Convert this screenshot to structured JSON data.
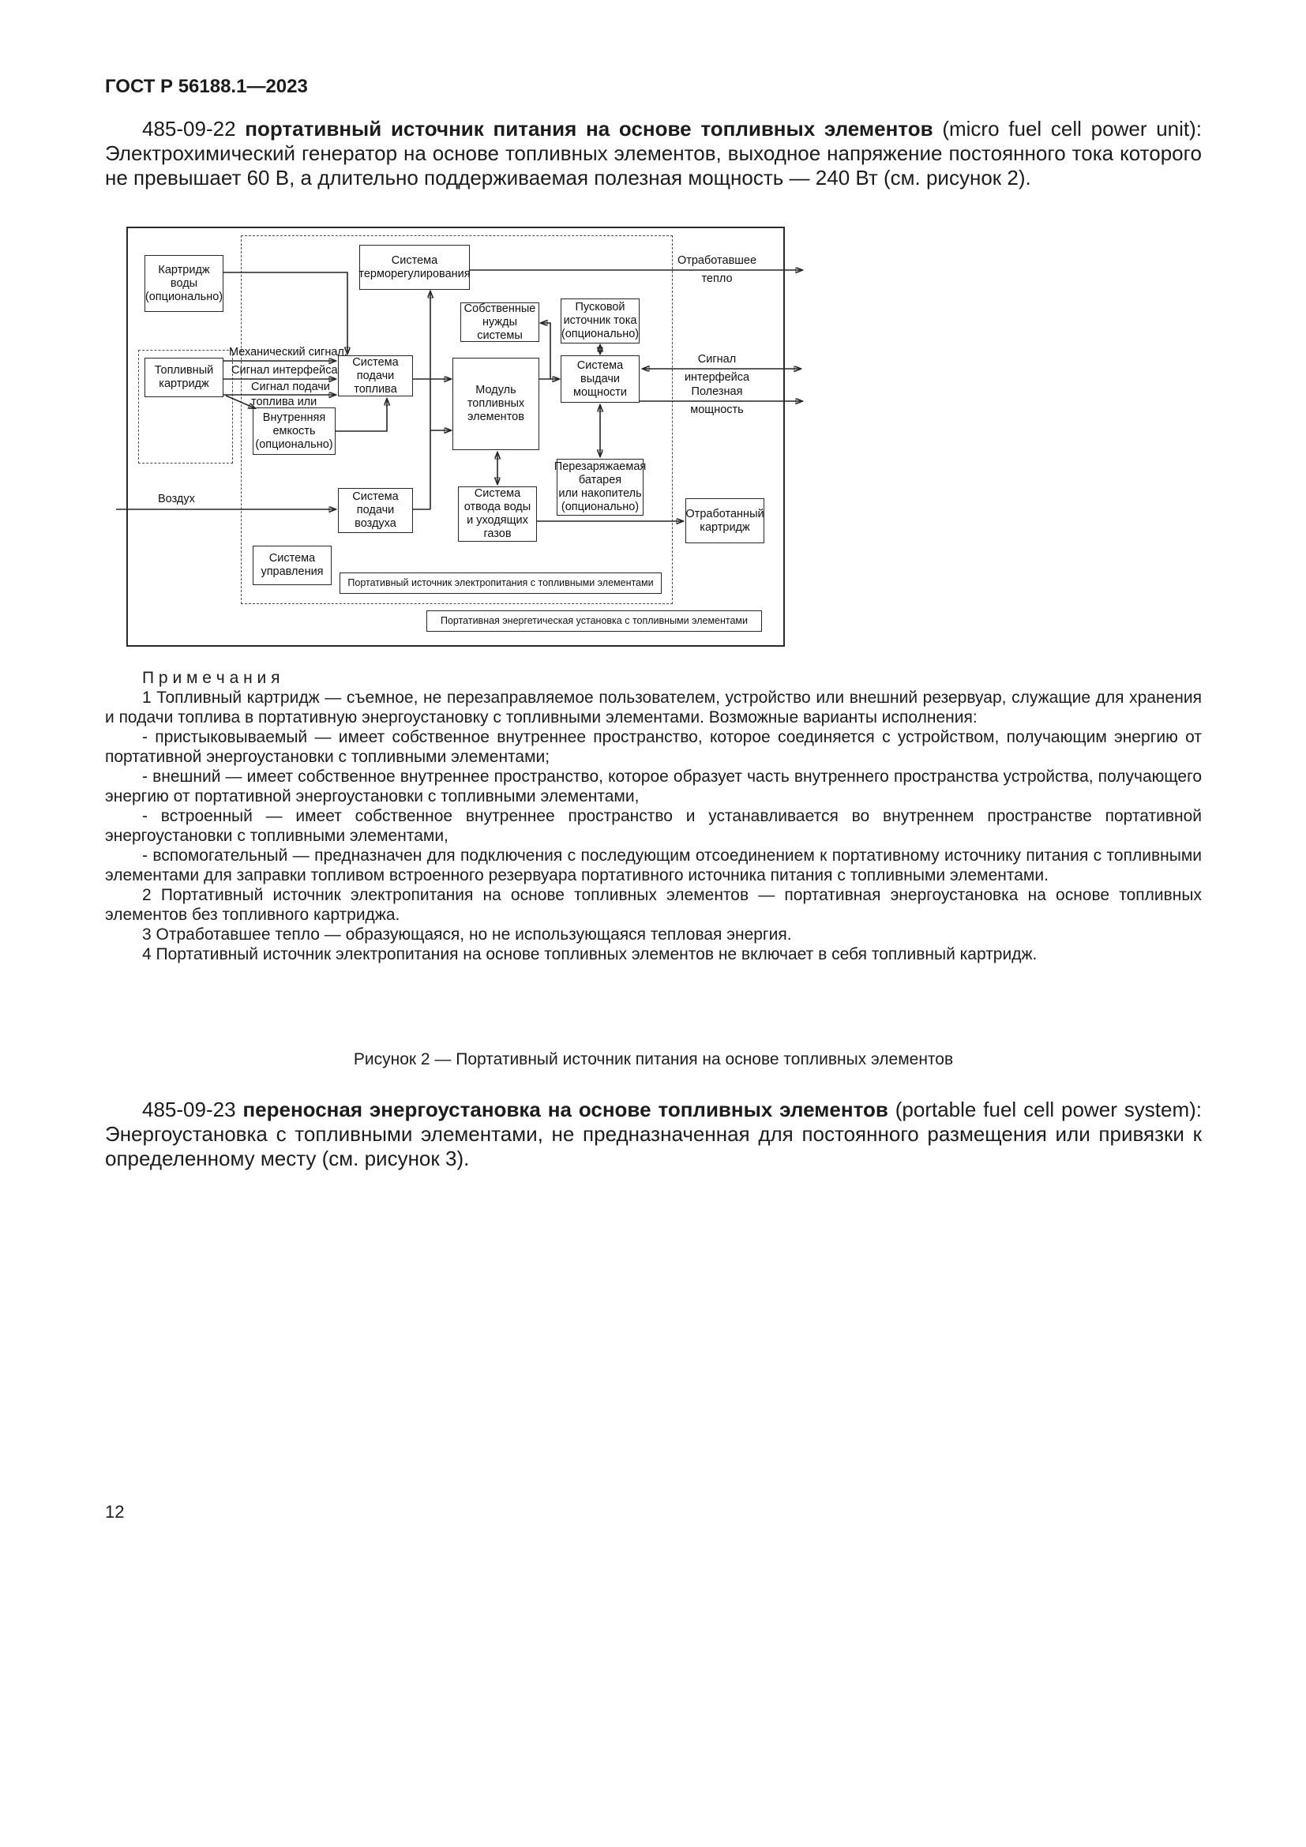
{
  "header": "ГОСТ Р 56188.1—2023",
  "page_number": "12",
  "term1": {
    "number": "485-09-22",
    "term": "портативный источник питания на основе топливных элементов",
    "rest": "(micro fuel cell power unit): Электрохимический генератор на основе топливных элементов, выходное напряжение постоянного тока которого не превышает 60 В, а длительно поддерживаемая полезная мощность — 240 Вт (см. рисунок 2)."
  },
  "term2": {
    "number": "485-09-23",
    "term": "переносная энергоустановка на основе топливных элементов",
    "rest": "(portable fuel cell power system): Энергоустановка с топливными элементами, не предназначенная для постоянного размещения или привязки к определенному месту (см. рисунок 3)."
  },
  "caption": "Рисунок 2 — Портативный источник питания на основе топливных элементов",
  "notes": {
    "heading": "П р и м е ч а н и я",
    "items": [
      "1 Топливный картридж — съемное, не перезаправляемое пользователем, устройство или внешний резервуар, служащие для хранения и подачи топлива в портативную энергоустановку с топливными элементами. Возможные варианты исполнения:",
      "- пристыковываемый — имеет собственное внутреннее пространство, которое соединяется с устройством, получающим энергию от портативной энергоустановки с топливными элементами;",
      "- внешний — имеет собственное внутреннее пространство, которое образует часть внутреннего пространства устройства, получающего энергию от портативной энергоустановки с топливными элементами,",
      "- встроенный — имеет собственное внутреннее пространство и устанавливается во внутреннем пространстве портативной энергоустановки с топливными элементами,",
      "- вспомогательный — предназначен для подключения с последующим отсоединением к портативному источнику питания с топливными элементами для заправки топливом встроенного резервуара портативного источника питания с топливными элементами.",
      "2 Портативный источник электропитания на основе топливных элементов — портативная энергоустановка на основе топливных элементов без топливного картриджа.",
      "3 Отработавшее тепло — образующаяся, но не использующаяся тепловая энергия.",
      "4 Портативный источник электропитания на основе топливных элементов не включает в себя топливный картридж."
    ]
  },
  "diagram": {
    "boxes": {
      "water_cartridge": "Картридж\nводы\n(опционально)",
      "thermal_system": "Система\nтерморегулирования",
      "own_needs": "Собственные\nнужды системы",
      "start_source": "Пусковой\nисточник тока\n(опционально)",
      "fuel_cartridge": "Топливный\nкартридж",
      "fuel_supply": "Система\nподачи\nтоплива",
      "fc_module": "Модуль\nтопливных\nэлементов",
      "power_output": "Система\nвыдачи\nмощности",
      "internal_capacity": "Внутренняя\nемкость\n(опционально)",
      "battery": "Перезаряжаемая\nбатарея\nили накопитель\n(опционально)",
      "air_supply": "Система\nподачи\nвоздуха",
      "water_gas_removal": "Система\nотвода воды\nи уходящих\nгазов",
      "spent_cartridge": "Отработанный\nкартридж",
      "control_system": "Система\nуправления",
      "unit_label": "Портативный источник электропитания с топливными элементами",
      "plant_label": "Портативная энергетическая установка с топливными элементами"
    },
    "labels": {
      "waste_heat": "Отработавшее\nтепло",
      "interface_signal_out": "Сигнал\nинтерфейса",
      "useful_power": "Полезная\nмощность",
      "mechanical_signal": "Механический сигнал.",
      "interface_signal_in": "Сигнал интерфейса",
      "fuel_supply_signal": "Сигнал подачи\nтоплива или",
      "air": "Воздух"
    }
  }
}
